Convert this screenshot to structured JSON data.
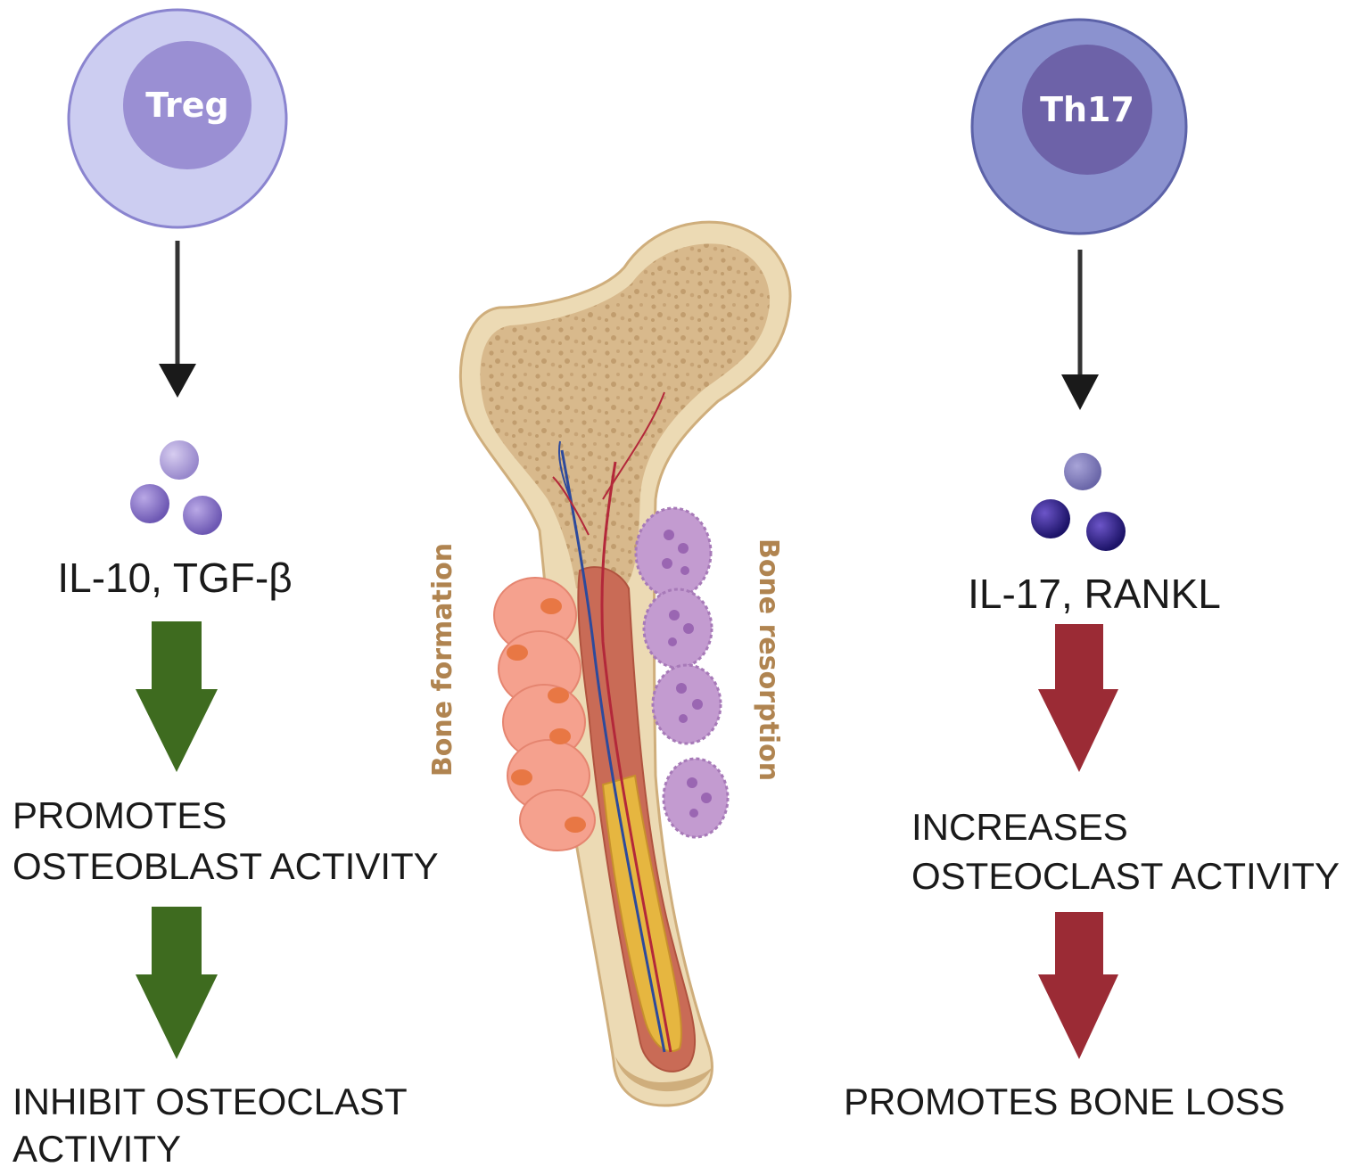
{
  "left": {
    "cell_label": "Treg",
    "cytokines": "IL-10, TGF-β",
    "effect1_line1": "PROMOTES",
    "effect1_line2": "OSTEOBLAST ACTIVITY",
    "effect2_line1": "INHIBIT OSTEOCLAST",
    "effect2_line2": "ACTIVITY",
    "arrow_color": "#3e6b1f"
  },
  "right": {
    "cell_label": "Th17",
    "cytokines": "IL-17, RANKL",
    "effect1_line1": "INCREASES",
    "effect1_line2": "OSTEOCLAST ACTIVITY",
    "effect2_line1": "PROMOTES BONE LOSS",
    "arrow_color": "#9b2b35"
  },
  "bone": {
    "formation_label": "Bone formation",
    "resorption_label": "Bone resorption",
    "label_color": "#b08450"
  }
}
